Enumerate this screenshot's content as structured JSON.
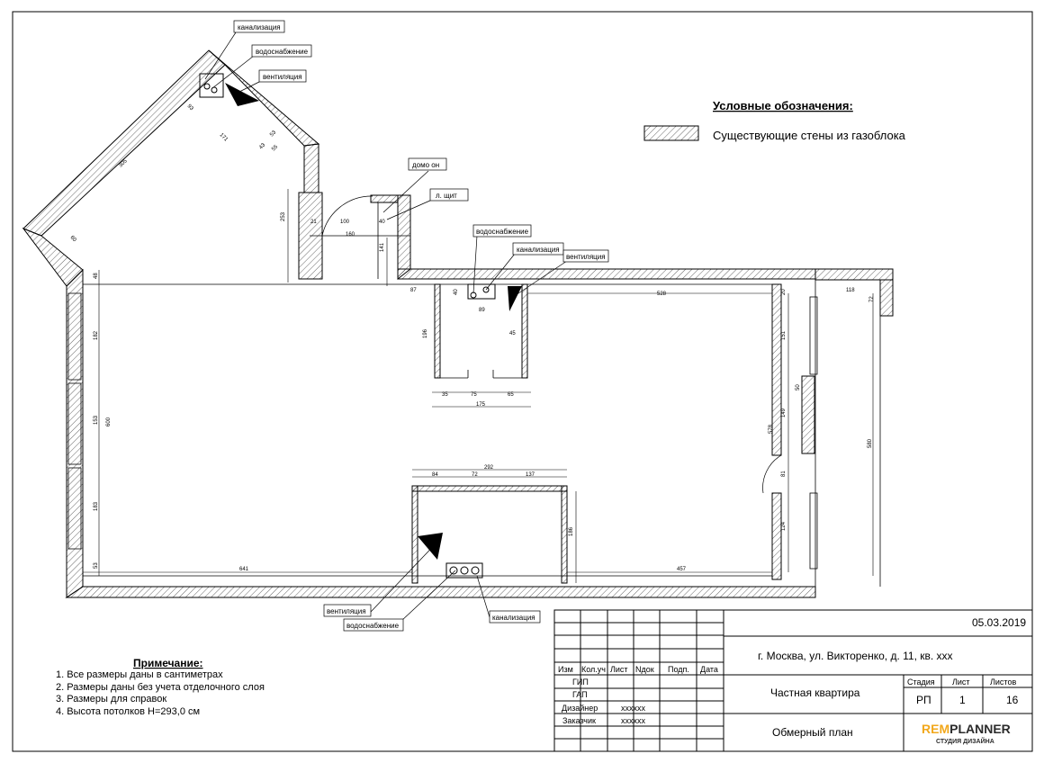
{
  "legend": {
    "title": "Условные обозначения:",
    "item": "Существующие стены из газоблока"
  },
  "notes": {
    "title": "Примечание:",
    "items": [
      "1. Все размеры даны в сантиметрах",
      "2. Размеры даны без учета отделочного слоя",
      "3. Размеры для справок",
      "4. Высота потолков H=293,0 см"
    ]
  },
  "callouts": {
    "top_sewer": "канализация",
    "top_water": "водоснабжение",
    "top_vent": "вентиляция",
    "domofon": "домо  он",
    "el_shield": "л. щит",
    "mid_water": "водоснабжение",
    "mid_sewer": "канализация",
    "mid_vent": "вентиляция",
    "bot_vent": "вентиляция",
    "bot_water": "водоснабжение",
    "bot_sewer": "канализация"
  },
  "dims": {
    "d305": "305",
    "d93": "93",
    "d60": "60",
    "d171": "171",
    "d43": "43",
    "d53": "53",
    "d55": "55",
    "d253": "253",
    "d21": "21",
    "d100": "100",
    "d40": "40",
    "d160": "160",
    "d141": "141",
    "d87": "87",
    "d48": "48",
    "d182": "182",
    "d153": "153",
    "d600": "600",
    "d183": "183",
    "d53b": "53",
    "d641": "641",
    "d40b": "40",
    "d89": "89",
    "d45": "45",
    "d196": "196",
    "d35": "35",
    "d75": "75",
    "d65": "65",
    "d175": "175",
    "d528": "528",
    "d20": "20",
    "d118": "118",
    "d72": "72",
    "d151": "151",
    "d50": "50",
    "d149": "149",
    "d578": "578",
    "d81": "81",
    "d124": "124",
    "d580": "580",
    "d292": "292",
    "d84": "84",
    "d72b": "72",
    "d137": "137",
    "d186": "186",
    "d457": "457"
  },
  "titleblock": {
    "date": "05.03.2019",
    "address": "г. Москва, ул. Викторенко, д. 11, кв. xxx",
    "col_headers": [
      "Изм",
      "Кол.уч",
      "Лист",
      "Nдок",
      "Подп.",
      "Дата"
    ],
    "roles": [
      "ГИП",
      "ГАП",
      "Дизайнер",
      "Заказчик"
    ],
    "designer_name": "xxxxxx",
    "client_name": "xxxxxx",
    "project": "Частная квартира",
    "sheet_name": "Обмерный план",
    "stage_label": "Стадия",
    "sheet_label": "Лист",
    "sheets_label": "Листов",
    "stage": "РП",
    "sheet_no": "1",
    "sheets_total": "16",
    "logo_a": "REM",
    "logo_b": "PLANNER",
    "logo_sub": "СТУДИЯ ДИЗАЙНА"
  },
  "colors": {
    "line": "#000000",
    "hatch": "#000000",
    "logo_accent": "#f2a81c",
    "logo_dark": "#2b2b2b"
  }
}
